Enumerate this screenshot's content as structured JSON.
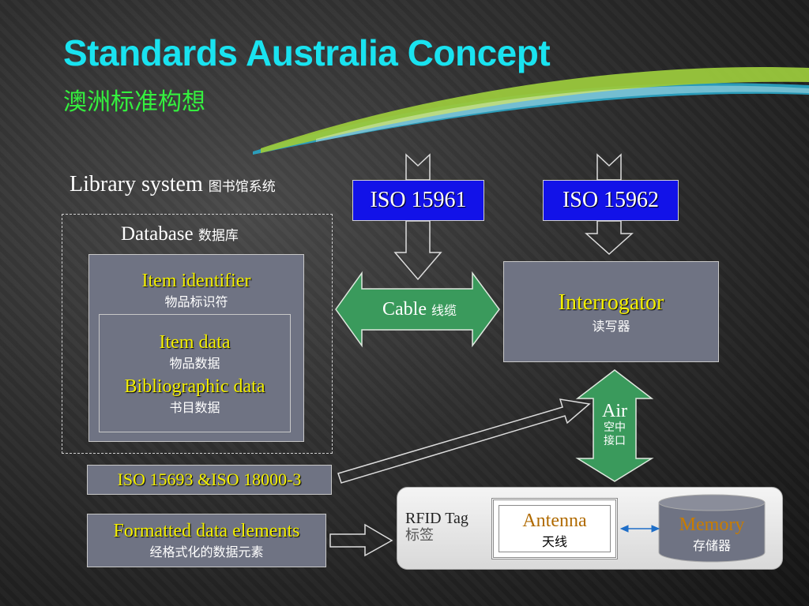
{
  "title": "Standards Australia Concept",
  "subtitle": "澳洲标准构想",
  "library": {
    "label": "Library system",
    "label_cn": "图书馆系统"
  },
  "database": {
    "label": "Database",
    "label_cn": "数据库"
  },
  "item_identifier": {
    "label": "Item identifier",
    "label_cn": "物品标识符"
  },
  "item_data": {
    "label": "Item data",
    "label_cn": "物品数据",
    "biblio": "Bibliographic data",
    "biblio_cn": "书目数据"
  },
  "iso_15961": "ISO 15961",
  "iso_15962": "ISO 15962",
  "interrogator": {
    "label": "Interrogator",
    "label_cn": "读写器"
  },
  "cable": {
    "label": "Cable",
    "label_cn": "线缆"
  },
  "air": {
    "label": "Air",
    "label_cn_1": "空中",
    "label_cn_2": "接口"
  },
  "iso_std": "ISO 15693 &ISO 18000-3",
  "formatted": {
    "label": "Formatted data elements",
    "label_cn": "经格式化的数据元素"
  },
  "rfid": {
    "label": "RFID Tag",
    "label_cn": "标签"
  },
  "antenna": {
    "label": "Antenna",
    "label_cn": "天线"
  },
  "memory": {
    "label": "Memory",
    "label_cn": "存储器"
  },
  "colors": {
    "title": "#19e3f0",
    "subtitle": "#34f03e",
    "iso_box": "#1212e8",
    "arrow_green": "#3a9a5c",
    "yellow_text": "#f4f000"
  }
}
